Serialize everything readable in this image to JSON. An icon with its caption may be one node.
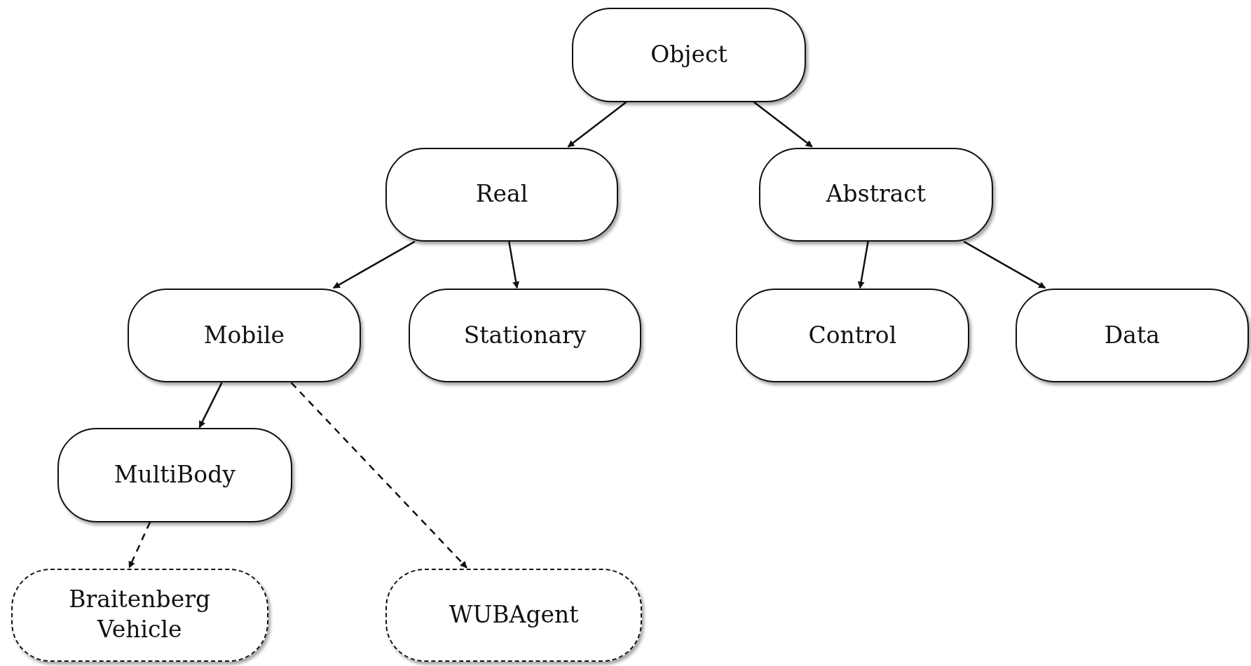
{
  "diagram": {
    "nodes": [
      {
        "text": [
          "Object"
        ]
      },
      {
        "text": [
          "Real"
        ]
      },
      {
        "text": [
          "Abstract"
        ]
      },
      {
        "text": [
          "Mobile"
        ]
      },
      {
        "text": [
          "Stationary"
        ]
      },
      {
        "text": [
          "Control"
        ]
      },
      {
        "text": [
          "Data"
        ]
      },
      {
        "text": [
          "MultiBody"
        ]
      },
      {
        "text": [
          "Braitenberg Vehicle"
        ]
      },
      {
        "text": [
          "WUBAgent"
        ]
      }
    ],
    "edges": [
      {
        "from": 0,
        "to": 1,
        "arrow": "to"
      },
      {
        "from": 0,
        "to": 2,
        "arrow": "to"
      },
      {
        "from": 1,
        "to": 3,
        "arrow": "to"
      },
      {
        "from": 1,
        "to": 4,
        "arrow": "to"
      },
      {
        "from": 2,
        "to": 5,
        "arrow": "to"
      },
      {
        "from": 2,
        "to": 6,
        "arrow": "to"
      },
      {
        "from": 3,
        "to": 7,
        "arrow": "to"
      },
      {
        "from": 3,
        "to": 9,
        "arrow": "to",
        "style": "dashed"
      },
      {
        "from": 7,
        "to": 8,
        "arrow": "to",
        "style": "dashed"
      }
    ]
  }
}
